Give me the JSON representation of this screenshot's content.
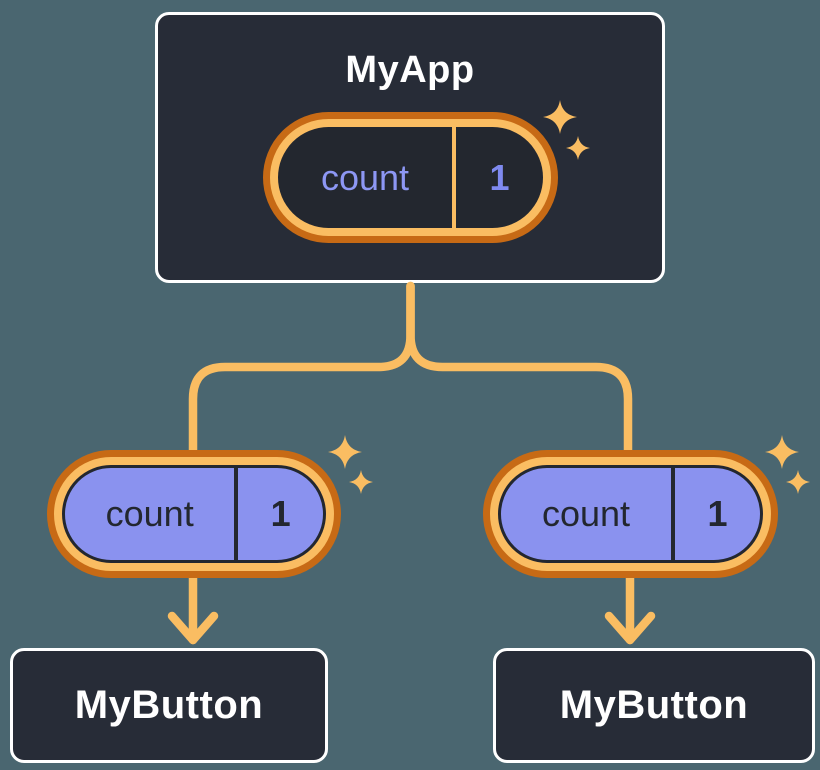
{
  "app": {
    "title": "MyApp"
  },
  "pills": {
    "app_state": {
      "label": "count",
      "value": "1"
    },
    "left_prop": {
      "label": "count",
      "value": "1"
    },
    "right_prop": {
      "label": "count",
      "value": "1"
    }
  },
  "buttons": {
    "left": {
      "title": "MyButton"
    },
    "right": {
      "title": "MyButton"
    }
  },
  "icons": {
    "sparkle": "✦"
  },
  "palette": {
    "background": "#4a6670",
    "node_fill": "#272c37",
    "node_border": "#ffffff",
    "node_text": "#ffffff",
    "pill_ring_outer": "#c76a15",
    "pill_ring_inner": "#fabd62",
    "pill_fill_dark": "#23272f",
    "pill_fill_purple": "#8a92ef",
    "pill_text_purple": "#8d97f4",
    "pill_text_dark": "#23272f",
    "connector": "#fabd62"
  }
}
